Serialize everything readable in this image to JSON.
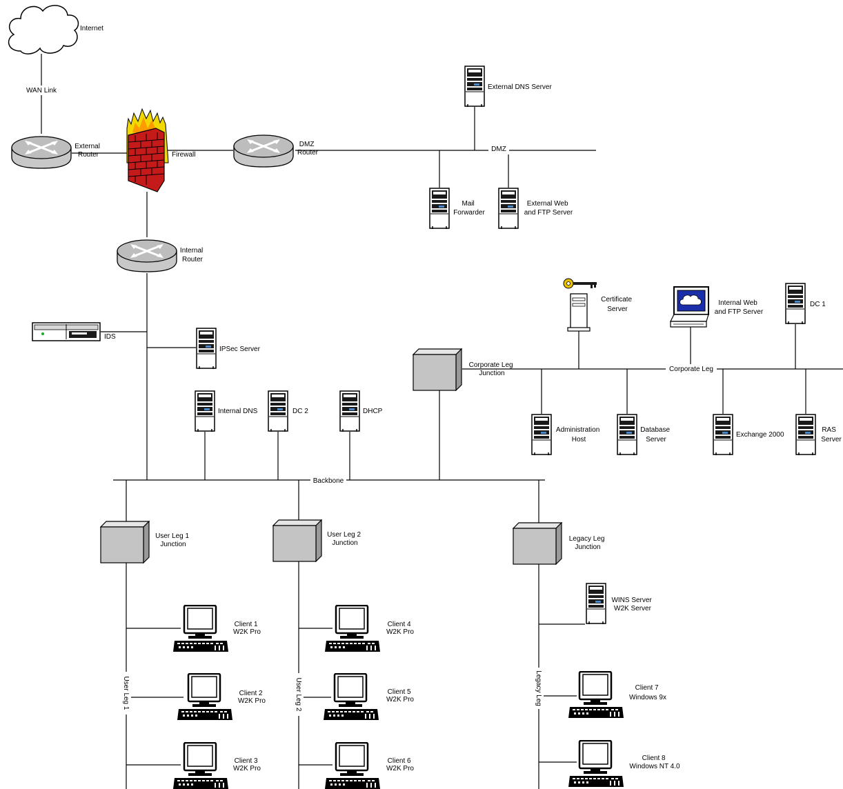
{
  "nodes": {
    "internet": {
      "label": "Internet"
    },
    "external_router": {
      "label": [
        "External",
        "Router"
      ]
    },
    "firewall": {
      "label": "Firewall"
    },
    "dmz_router": {
      "label": [
        "DMZ",
        "Router"
      ]
    },
    "internal_router": {
      "label": [
        "Internal",
        "Router"
      ]
    },
    "external_dns": {
      "label": "External DNS Server"
    },
    "mail_forwarder": {
      "label": [
        "Mail",
        "Forwarder"
      ]
    },
    "external_web_ftp": {
      "label": [
        "External Web",
        "and FTP Server"
      ]
    },
    "ids": {
      "label": "IDS"
    },
    "ipsec_server": {
      "label": "IPSec Server"
    },
    "internal_dns": {
      "label": "Internal DNS"
    },
    "dc2": {
      "label": "DC 2"
    },
    "dhcp": {
      "label": "DHCP"
    },
    "corporate_junction": {
      "label": [
        "Corporate Leg",
        "Junction"
      ]
    },
    "certificate_server": {
      "label": [
        "Certificate",
        "Server"
      ]
    },
    "internal_web_ftp": {
      "label": [
        "Internal Web",
        "and FTP Server"
      ]
    },
    "dc1": {
      "label": "DC 1"
    },
    "administration_host": {
      "label": [
        "Administration",
        "Host"
      ]
    },
    "database_server": {
      "label": [
        "Database",
        "Server"
      ]
    },
    "exchange_2000": {
      "label": "Exchange 2000"
    },
    "ras_server": {
      "label": [
        "RAS",
        "Server"
      ]
    },
    "user_leg1_junction": {
      "label": [
        "User Leg 1",
        "Junction"
      ]
    },
    "user_leg2_junction": {
      "label": [
        "User Leg 2",
        "Junction"
      ]
    },
    "legacy_junction": {
      "label": [
        "Legacy Leg",
        "Junction"
      ]
    },
    "wins_server": {
      "label": [
        "WINS Server",
        "W2K Server"
      ]
    },
    "client1": {
      "label": [
        "Client 1",
        "W2K Pro"
      ]
    },
    "client2": {
      "label": [
        "Client 2",
        "W2K Pro"
      ]
    },
    "client3": {
      "label": [
        "Client 3",
        "W2K Pro"
      ]
    },
    "client4": {
      "label": [
        "Client 4",
        "W2K Pro"
      ]
    },
    "client5": {
      "label": [
        "Client 5",
        "W2K Pro"
      ]
    },
    "client6": {
      "label": [
        "Client 6",
        "W2K Pro"
      ]
    },
    "client7": {
      "label": [
        "Client 7",
        "Windows 9x"
      ]
    },
    "client8": {
      "label": [
        "Client 8",
        "Windows NT 4.0"
      ]
    }
  },
  "links": {
    "wan_link": "WAN Link",
    "dmz": "DMZ",
    "backbone": "Backbone",
    "corporate_leg": "Corporate Leg",
    "user_leg1": "User Leg 1",
    "user_leg2": "User Leg 2",
    "legacy_leg": "Legacy Leg"
  }
}
